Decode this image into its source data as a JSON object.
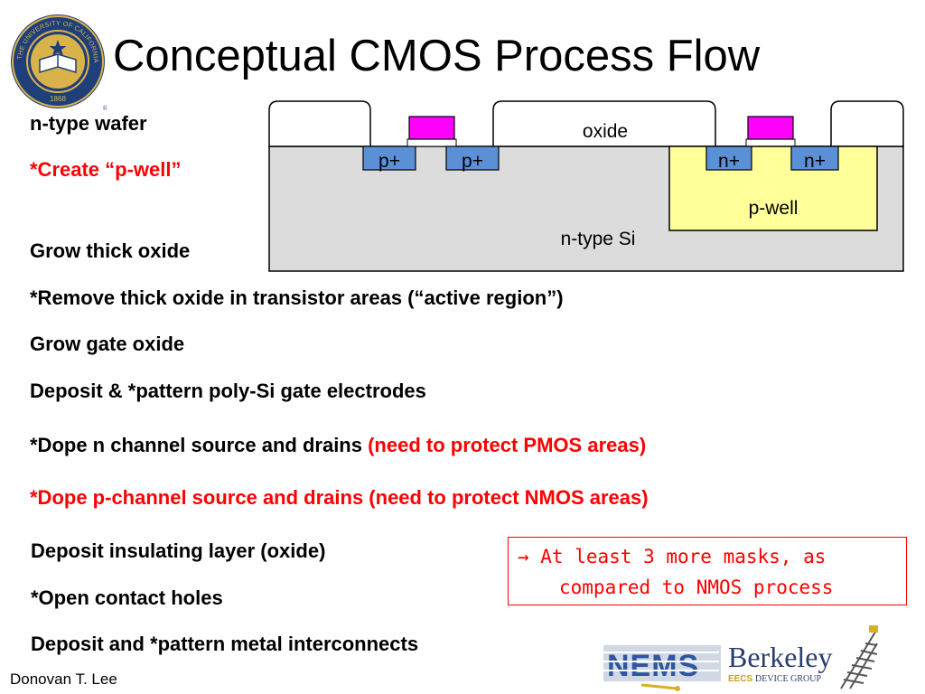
{
  "slide": {
    "title": "Conceptual CMOS Process Flow",
    "author": "Donovan T. Lee"
  },
  "steps": [
    {
      "text": "n-type wafer"
    },
    {
      "text": "*Create “p-well”"
    },
    {
      "text": "Grow thick oxide"
    },
    {
      "text": "*Remove thick oxide in transistor areas (“active region”)"
    },
    {
      "text": "Grow gate oxide"
    },
    {
      "text": "Deposit & *pattern poly-Si gate electrodes"
    },
    {
      "text": "*Dope n channel source and drains ",
      "note": "(need to protect PMOS areas)"
    },
    {
      "text": "*Dope p-channel source and drains (need to protect NMOS areas)"
    },
    {
      "text": "Deposit insulating layer (oxide)"
    },
    {
      "text": "*Open contact holes"
    },
    {
      "text": "Deposit and *pattern metal interconnects"
    }
  ],
  "diagram": {
    "oxide_label": "oxide",
    "substrate_label": "n-type Si",
    "well_label": "p-well",
    "pmos_regions": [
      "p+",
      "p+"
    ],
    "nmos_regions": [
      "n+",
      "n+"
    ],
    "colors": {
      "substrate": "#dcdcdc",
      "pwell": "#ffff99",
      "diffusion": "#5b8fd6",
      "gate": "#ff00ff",
      "outline": "#000000"
    }
  },
  "callout": {
    "line1": "→ At least 3 more masks, as",
    "line2": "compared to NMOS process"
  },
  "logos": {
    "nems_word": "NEMS",
    "berkeley_word": "Berkeley",
    "group_eecs": "EECS",
    "group_name": "DEVICE GROUP",
    "seal_year": "1868",
    "seal_text": "THE UNIVERSITY OF CALIFORNIA BERKELEY"
  },
  "accent_red": "#ff0000"
}
